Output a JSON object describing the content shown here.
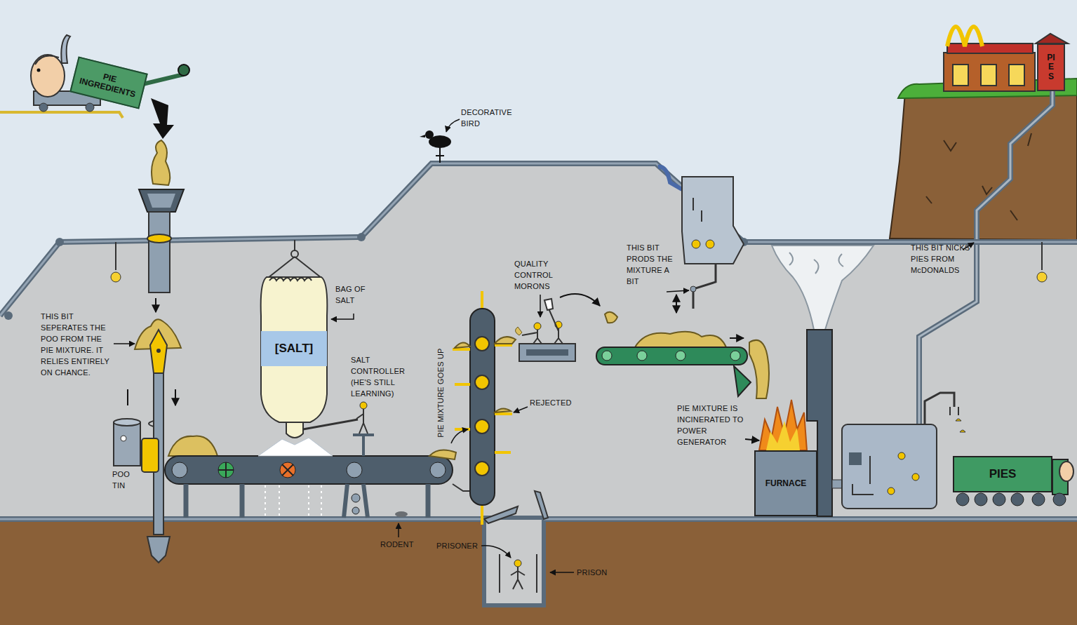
{
  "diagram": {
    "nodes": [
      {
        "text": [
          "PIE INGREDIENTS"
        ]
      },
      {
        "text": [
          "[SALT]"
        ]
      },
      {
        "text": [
          "FURNACE"
        ]
      },
      {
        "text": [
          "PIES"
        ]
      },
      {
        "text": [
          "PIES"
        ]
      }
    ],
    "labels": [
      "DECORATIVE BIRD",
      "THIS BIT SEPERATES THE POO FROM THE PIE MIXTURE. IT RELIES ENTIRELY ON CHANCE.",
      "POO TIN",
      "BAG OF SALT",
      "SALT CONTROLLER (HE'S STILL LEARNING)",
      "PIE MIXTURE GOES UP",
      "REJECTED",
      "QUALITY CONTROL MORONS",
      "THIS BIT PRODS THE MIXTURE A BIT",
      "PIE MIXTURE IS INCINERATED TO POWER GENERATOR",
      "THIS BIT NICKS PIES FROM McDONALDS",
      "RODENT",
      "PRISONER",
      "PRISON"
    ]
  }
}
